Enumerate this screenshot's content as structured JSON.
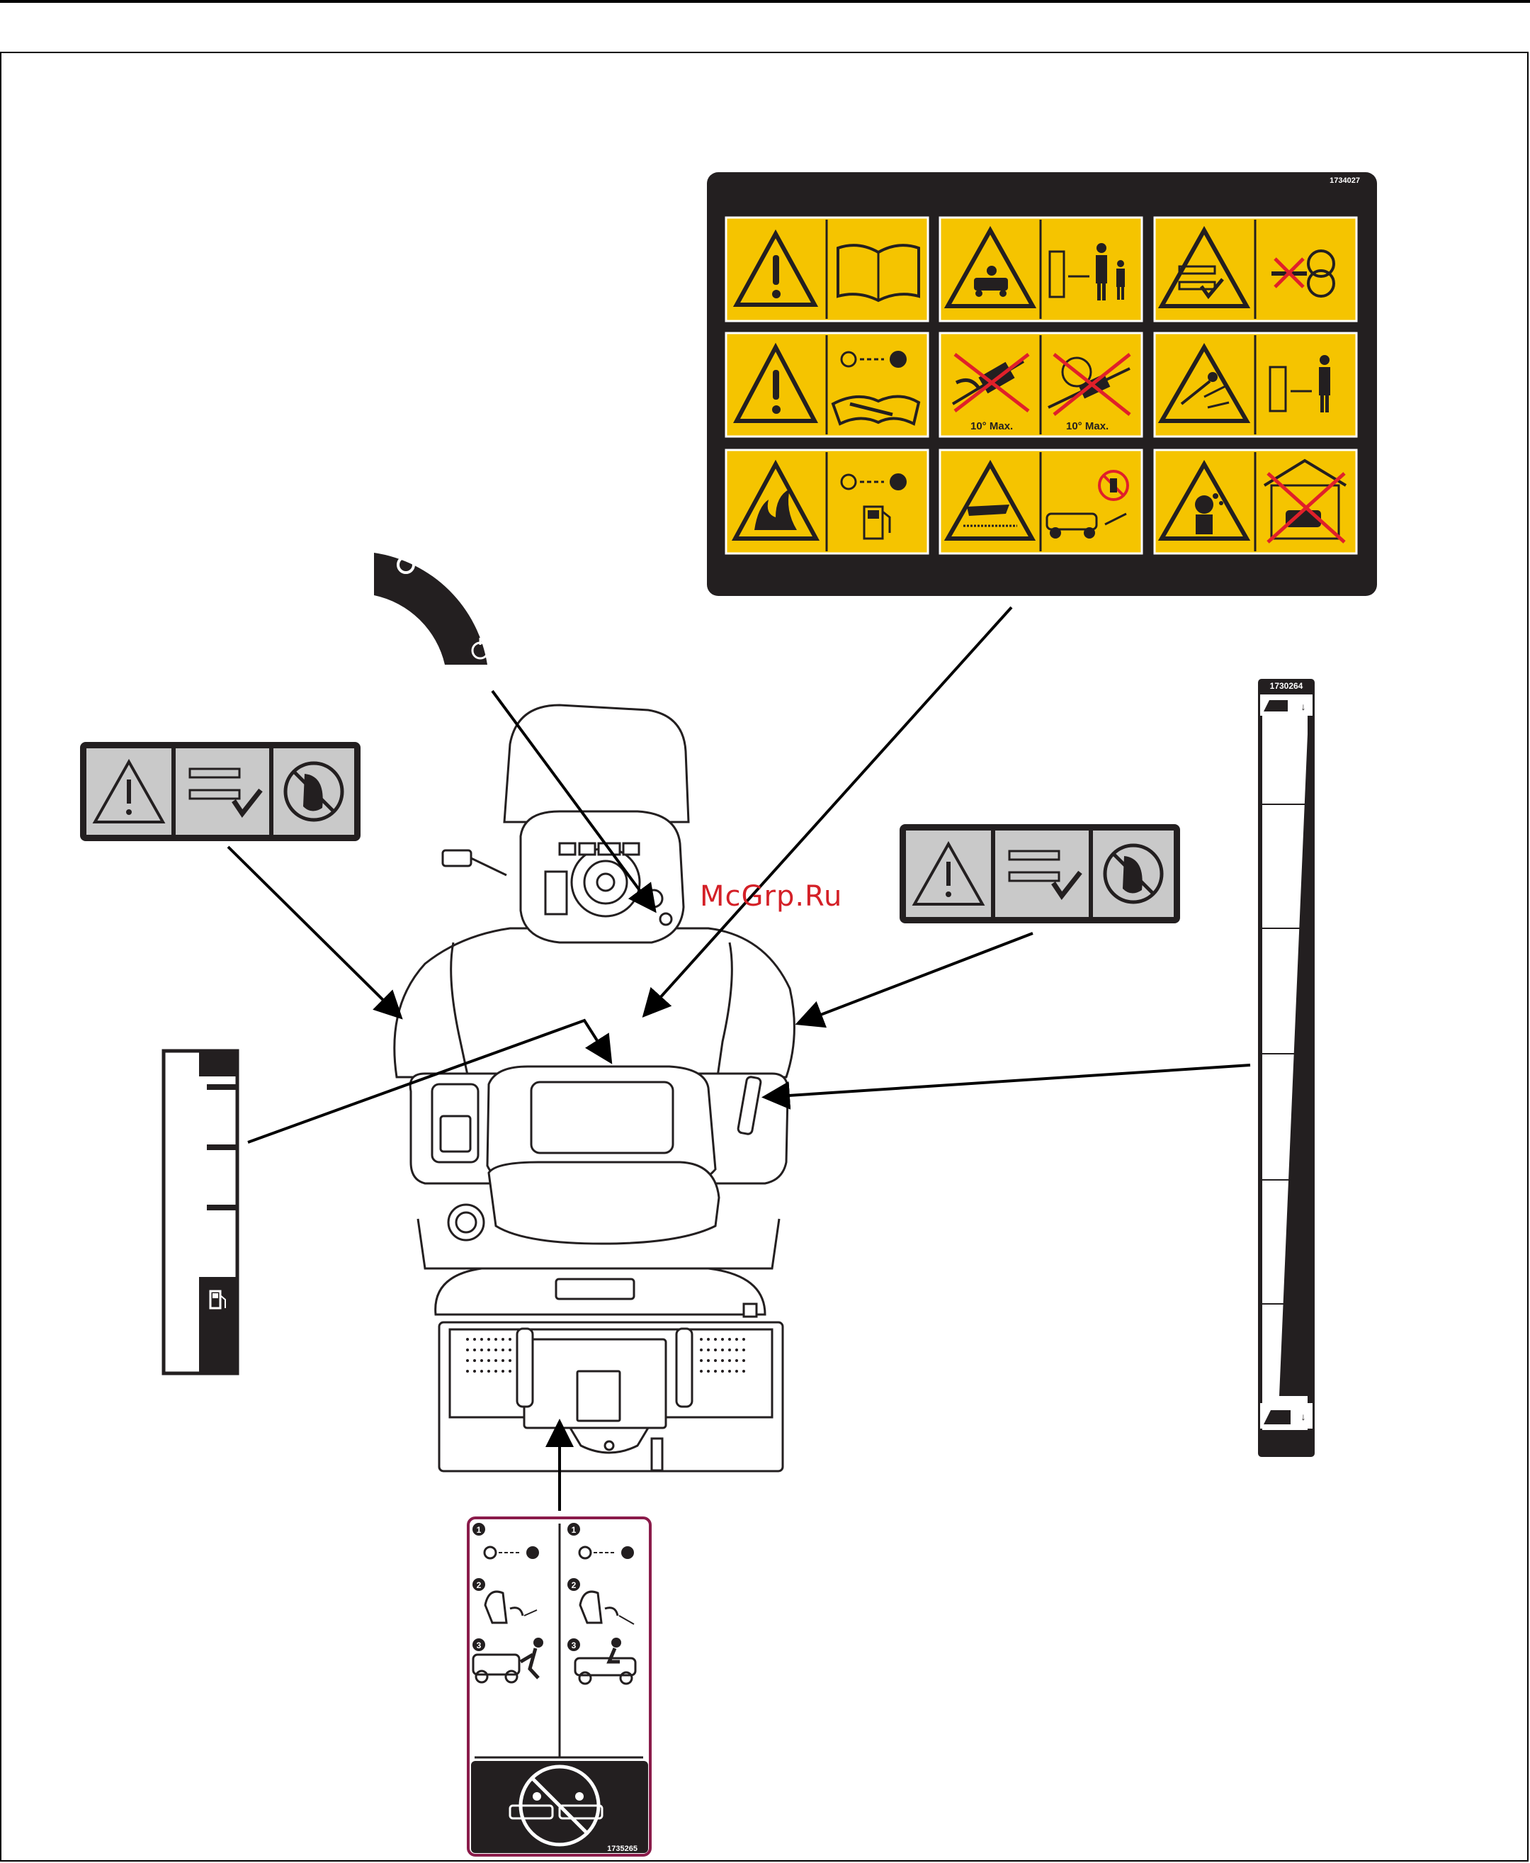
{
  "watermark": "McGrp.Ru",
  "decals": {
    "safety_panel": {
      "part_number": "1734027",
      "tiles": [
        {
          "id": "read-manual",
          "left_icon": "warning-exclamation-icon",
          "right_icon": "operator-manual-icon"
        },
        {
          "id": "thrown-objects-bystanders",
          "left_icon": "thrown-objects-icon",
          "right_icon": "keep-bystanders-away-icon"
        },
        {
          "id": "hand-cut-hazard",
          "left_icon": "hand-cut-icon",
          "right_icon": "no-hands-near-blade-icon"
        },
        {
          "id": "remove-key-service",
          "left_icon": "warning-exclamation-icon",
          "right_icon": "remove-key-before-service-icon"
        },
        {
          "id": "slope-tip-over",
          "left_label": "10° Max.",
          "right_label": "10° Max."
        },
        {
          "id": "thrown-objects-distance",
          "left_icon": "thrown-objects-icon",
          "right_icon": "keep-distance-icon"
        },
        {
          "id": "fire-hazard",
          "left_icon": "fire-icon",
          "right_icon": "remove-key-refuel-icon"
        },
        {
          "id": "amputation-hazard",
          "left_icon": "blade-hand-icon",
          "right_icon": "no-hands-under-deck-icon"
        },
        {
          "id": "carbon-monoxide",
          "left_icon": "toxic-fumes-icon",
          "right_icon": "no-indoor-operation-icon"
        }
      ]
    },
    "ignition": {
      "symbols": [
        "O",
        "I"
      ],
      "icon": "engine-start-icon"
    },
    "left_fender_warning": {
      "icons": [
        "warning-triangle-icon",
        "hand-cut-icon",
        "no-foot-icon"
      ]
    },
    "right_fender_warning": {
      "icons": [
        "warning-triangle-icon",
        "hand-cut-icon",
        "no-foot-icon"
      ]
    },
    "fuel_gauge": {
      "icon": "fuel-pump-icon"
    },
    "height_scale": {
      "part_number": "1730264"
    },
    "deck_instructions": {
      "part_number": "1735265",
      "steps": [
        "1",
        "2",
        "3"
      ]
    }
  },
  "colors": {
    "decal_black": "#231f20",
    "safety_yellow": "#f5c400",
    "prohibit_red": "#e0202a",
    "instruction_border": "#8a1b4a"
  }
}
